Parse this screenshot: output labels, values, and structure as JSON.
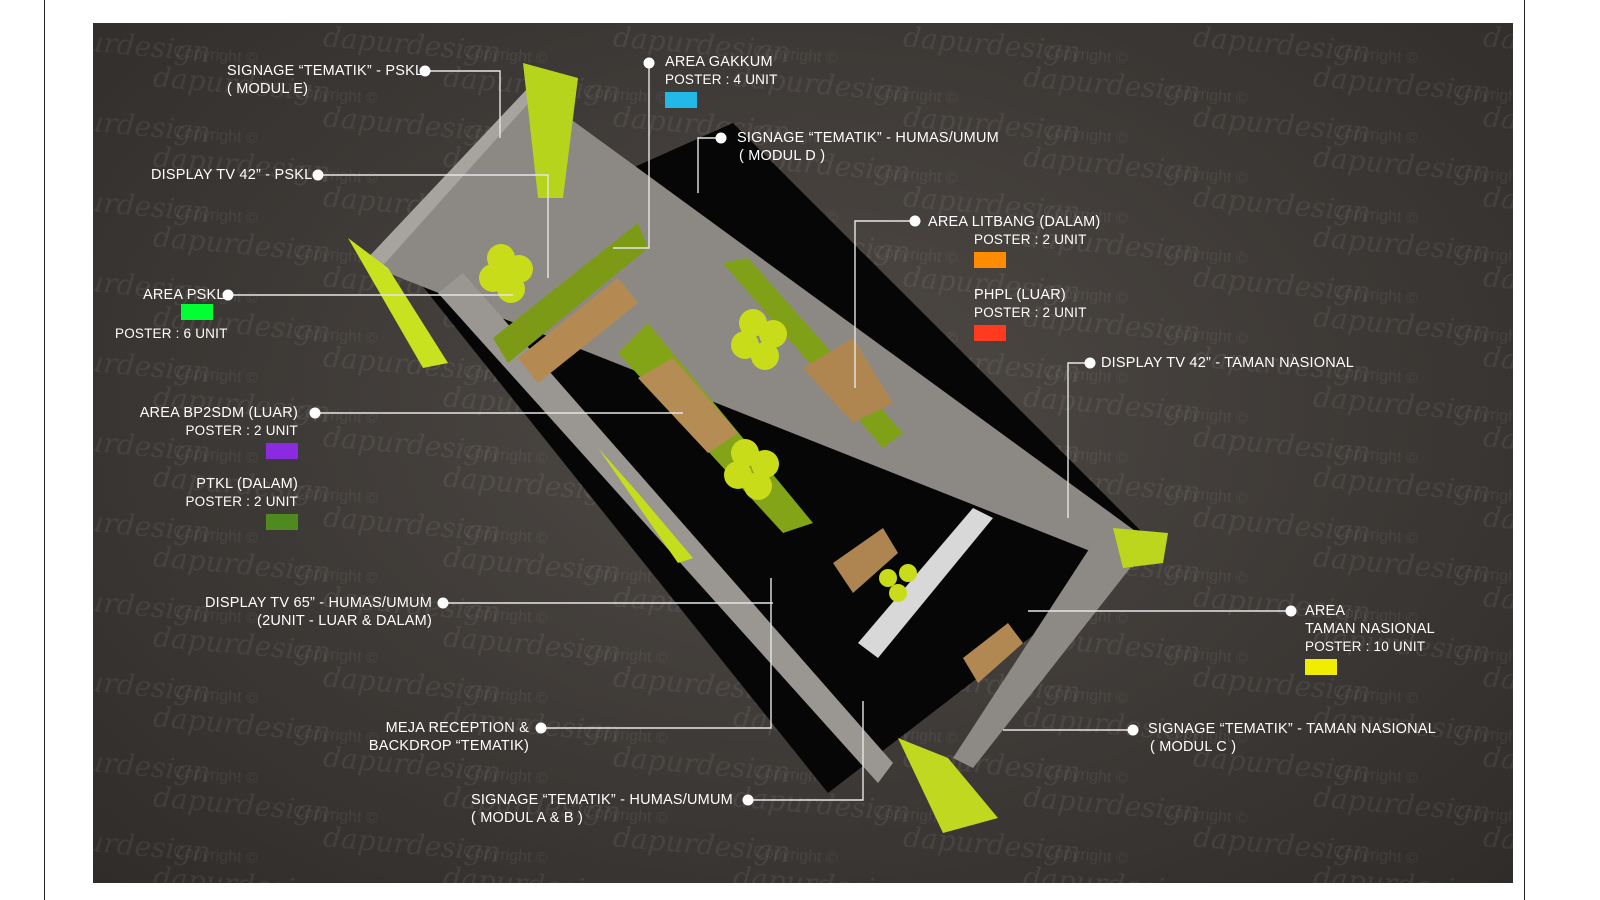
{
  "watermark": {
    "brand": "dapurdesign",
    "copyright": "Copyright ©"
  },
  "labels": {
    "signage_pskl": {
      "title": "SIGNAGE “TEMATIK” - PSKL",
      "sub": "( MODUL E)"
    },
    "area_gakkum": {
      "title": "AREA GAKKUM",
      "poster": "POSTER : 4 UNIT",
      "color": "#22b8e8"
    },
    "signage_humas_d": {
      "title": "SIGNAGE “TEMATIK” - HUMAS/UMUM",
      "sub": "( MODUL D )"
    },
    "display_tv_pskl": {
      "title": "DISPLAY TV 42” - PSKL"
    },
    "area_litbang": {
      "title": "AREA  LITBANG (DALAM)",
      "poster": "POSTER : 2 UNIT",
      "color": "#ff8c00"
    },
    "phpl": {
      "title": "PHPL (LUAR)",
      "poster": "POSTER : 2 UNIT",
      "color": "#ff3a1e"
    },
    "area_pskl": {
      "title": "AREA PSKL",
      "poster": "POSTER : 6 UNIT",
      "color": "#00ff33"
    },
    "display_tv_tn": {
      "title": "DISPLAY TV  42” - TAMAN NASIONAL"
    },
    "area_bp2sdm": {
      "title": "AREA  BP2SDM (LUAR)",
      "poster": "POSTER : 2 UNIT",
      "color": "#8a2be2"
    },
    "ptkl": {
      "title": "PTKL (DALAM)",
      "poster": "POSTER : 2 UNIT",
      "color": "#4f8a1e"
    },
    "display_tv_65": {
      "title": "DISPLAY TV  65” - HUMAS/UMUM",
      "sub": "(2UNIT - LUAR & DALAM)"
    },
    "area_tn": {
      "title": "AREA",
      "sub": "TAMAN NASIONAL",
      "poster": "POSTER : 10 UNIT",
      "color": "#f2ec00"
    },
    "meja": {
      "title": "MEJA RECEPTION &",
      "sub": "BACKDROP “TEMATIK)"
    },
    "signage_tn_c": {
      "title": "SIGNAGE “TEMATIK” - TAMAN NASIONAL",
      "sub": "( MODUL C )"
    },
    "signage_humas_ab": {
      "title": "SIGNAGE “TEMATIK” - HUMAS/UMUM",
      "sub": "( MODUL A & B )"
    }
  }
}
